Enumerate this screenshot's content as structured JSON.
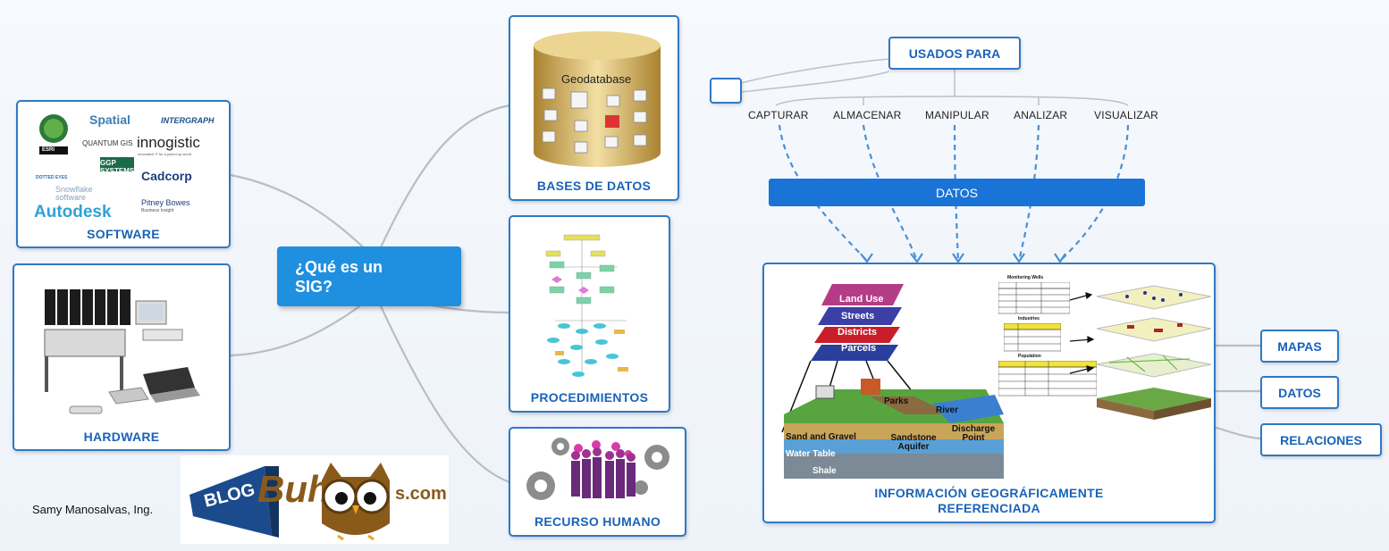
{
  "central": {
    "title": "¿Qué es un\nSIG?"
  },
  "software": {
    "label": "SOFTWARE",
    "logos": [
      "ESRI",
      "Spatial",
      "INTERGRAPH",
      "QUANTUM GIS",
      "innogistic",
      "Innovative IT for a joined up world",
      "GGP SYSTEMS",
      "DOTTED EYES",
      "Cadcorp",
      "Snowflake software",
      "Autodesk",
      "Pitney Bowes",
      "Business Insight"
    ]
  },
  "hardware": {
    "label": "HARDWARE"
  },
  "bases": {
    "label": "BASES DE DATOS",
    "db_title": "Geodatabase"
  },
  "procedimientos": {
    "label": "PROCEDIMIENTOS"
  },
  "recurso": {
    "label": "RECURSO HUMANO"
  },
  "usados": {
    "label": "USADOS PARA"
  },
  "verbs": [
    "CAPTURAR",
    "ALMACENAR",
    "MANIPULAR",
    "ANALIZAR",
    "VISUALIZAR"
  ],
  "datos_bar": {
    "label": "DATOS"
  },
  "info": {
    "label": "INFORMACIÓN GEOGRÁFICAMENTE\nREFERENCIADA",
    "layers": [
      "Land Use",
      "Streets",
      "Districts",
      "Parcels"
    ],
    "ground": [
      "Parks",
      "River",
      "Discharge Point",
      "Sand and Gravel",
      "Sandstone Aquifer",
      "Water Table",
      "Shale"
    ],
    "tables": {
      "wells_title": "Monitoring Wells",
      "industries_title": "Industries",
      "population_title": "Population"
    }
  },
  "outputs": [
    "MAPAS",
    "DATOS",
    "RELACIONES"
  ],
  "blog": {
    "blog": "BLOG",
    "brand": "Buh",
    "suffix": "s.com"
  },
  "author": "Samy Manosalvas, Ing.",
  "colors": {
    "accent": "#2f78c4",
    "central": "#1f8fe0",
    "bar": "#1a74d8",
    "label": "#1a63b8"
  }
}
